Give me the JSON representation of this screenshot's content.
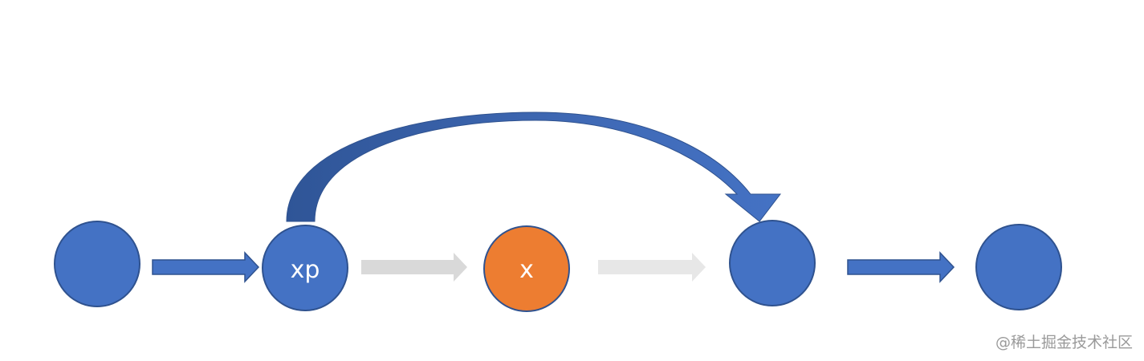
{
  "nodes": [
    {
      "id": "node-1",
      "label": "",
      "fill": "#4472c4"
    },
    {
      "id": "node-xp",
      "label": "xp",
      "fill": "#4472c4"
    },
    {
      "id": "node-x",
      "label": "x",
      "fill": "#ed7d31"
    },
    {
      "id": "node-4",
      "label": "",
      "fill": "#4472c4"
    },
    {
      "id": "node-5",
      "label": "",
      "fill": "#4472c4"
    }
  ],
  "colors": {
    "node_stroke": "#2f528f",
    "active_arrow": "#4472c4",
    "active_arrow_stroke": "#2f528f",
    "faded_arrow": "#d9d9d9",
    "faded_arrow_light": "#e7e7e7",
    "bypass_arrow": "#4472c4"
  },
  "watermark": "@稀土掘金技术社区"
}
